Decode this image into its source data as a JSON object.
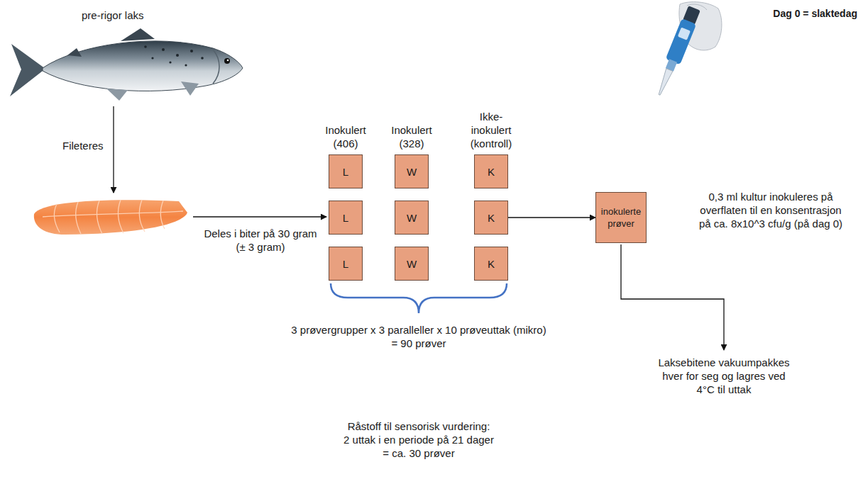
{
  "diagram": {
    "nodes": [
      {
        "text": [
          "L"
        ]
      },
      {
        "text": [
          "W"
        ]
      },
      {
        "text": [
          "K"
        ]
      },
      {
        "text": [
          "L"
        ]
      },
      {
        "text": [
          "W"
        ]
      },
      {
        "text": [
          "K"
        ]
      },
      {
        "text": [
          "L"
        ]
      },
      {
        "text": [
          "W"
        ]
      },
      {
        "text": [
          "K"
        ]
      },
      {
        "text": [
          "inokulerte prøver"
        ]
      }
    ],
    "edges": [
      {
        "from": 5,
        "to": 9,
        "arrow": "to"
      }
    ],
    "labels": [
      "pre-rigor laks",
      "Dag 0 = slaktedag",
      "Fileteres",
      "Deles i biter på 30 gram (± 3 gram)",
      "Inokulert (406)",
      "Inokulert (328)",
      "Ikke-inokulert (kontroll)",
      "0,3 ml kultur inokuleres på overflaten til en konsentrasjon på ca. 8x10^3 cfu/g (på dag 0)",
      "3 prøvergrupper x 3 paralleller x 10 prøveuttak (mikro) = 90 prøver",
      "Laksebitene vakuumpakkes hver for seg og lagres ved 4°C til uttak",
      "Råstoff til sensorisk vurdering: 2 uttak i en periode på 21 dager = ca. 30 prøver"
    ]
  }
}
